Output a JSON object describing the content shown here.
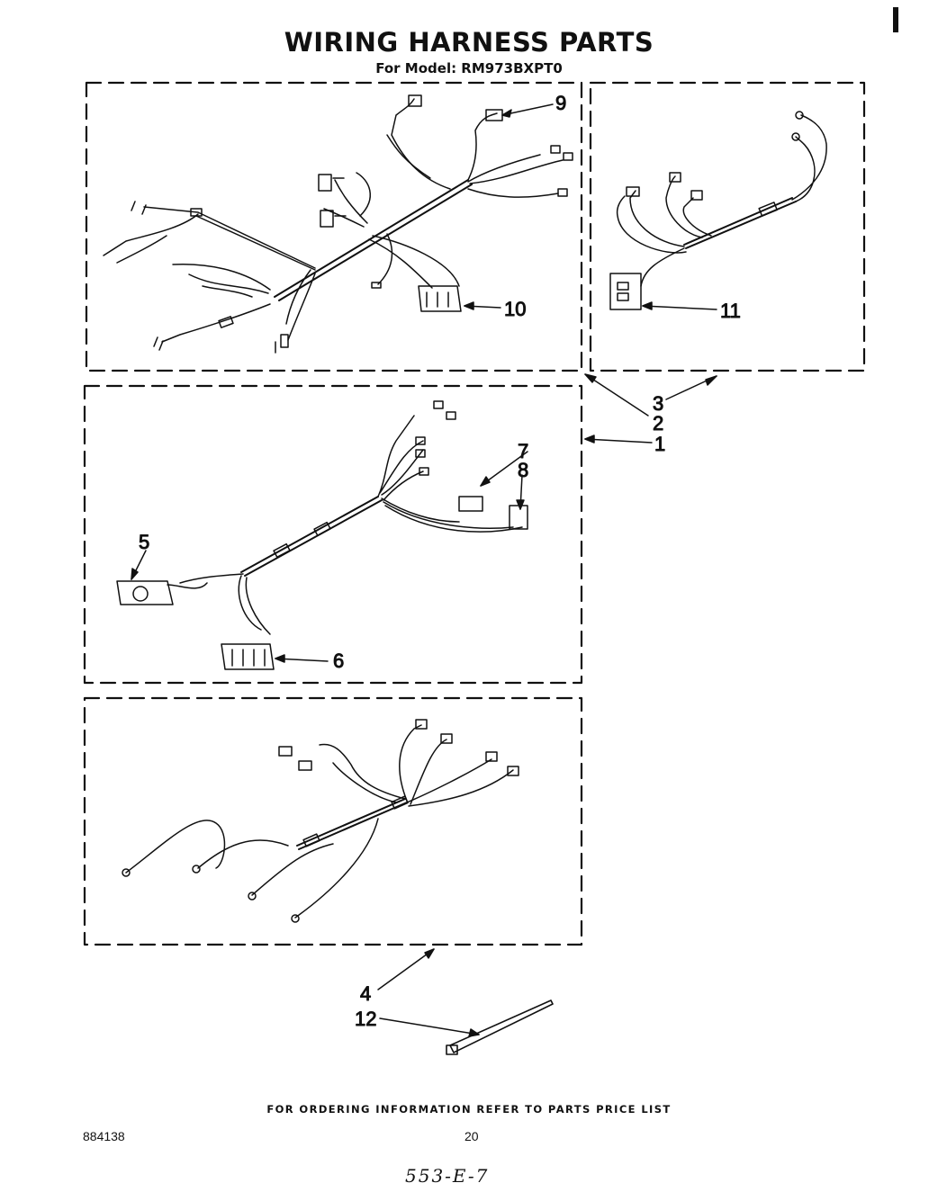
{
  "header": {
    "title": "WIRING HARNESS PARTS",
    "model_line": "For Model: RM973BXPT0"
  },
  "callouts": {
    "c1": "1",
    "c2": "2",
    "c3": "3",
    "c4": "4",
    "c5": "5",
    "c6": "6",
    "c7": "7",
    "c8": "8",
    "c9": "9",
    "c10": "10",
    "c11": "11",
    "c12": "12"
  },
  "footer": {
    "note": "FOR ORDERING INFORMATION REFER TO PARTS PRICE LIST",
    "doc_number": "884138",
    "page_number": "20",
    "handwritten": "553-E-7"
  }
}
